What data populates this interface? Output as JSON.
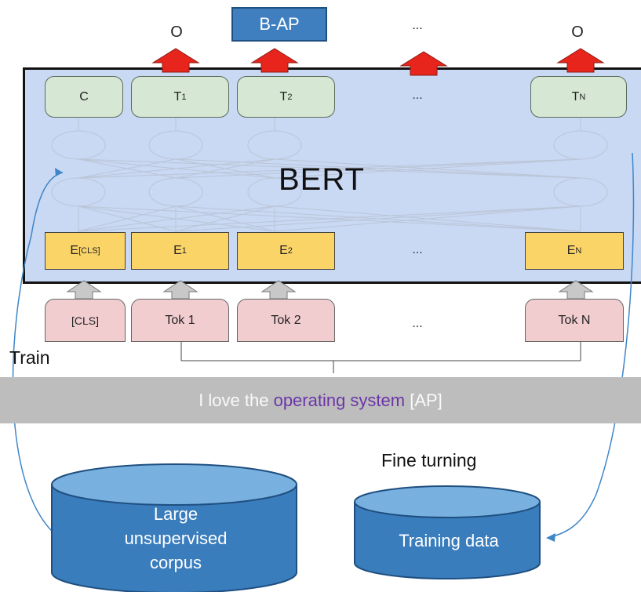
{
  "diagram": {
    "top_label": "B-AP",
    "outputs": [
      "O",
      "...",
      "O"
    ],
    "model_name": "BERT",
    "t_boxes": [
      {
        "main": "C",
        "sub": ""
      },
      {
        "main": "T",
        "sub": "1"
      },
      {
        "main": "T",
        "sub": "2"
      },
      {
        "main": "T",
        "sub": "N"
      }
    ],
    "e_boxes": [
      {
        "main": "E",
        "sub": "[CLS]"
      },
      {
        "main": "E",
        "sub": "1"
      },
      {
        "main": "E",
        "sub": "2"
      },
      {
        "main": "E",
        "sub": "N"
      }
    ],
    "tok_boxes": [
      "[CLS]",
      "Tok 1",
      "Tok 2",
      "Tok N"
    ],
    "ellipsis": "...",
    "train_label": "Train",
    "sentence": {
      "prefix": "I love the ",
      "highlight": "operating system",
      "suffix": " [AP]"
    },
    "fine_tune_label": "Fine turning",
    "db_left_lines": [
      "Large",
      "unsupervised",
      "corpus"
    ],
    "db_right": "Training data"
  },
  "colors": {
    "bert_bg": "#c9d8f3",
    "t_box": "#d6e8d3",
    "e_box": "#fbd468",
    "tok_box": "#f2cdd0",
    "arrow_red": "#e8251c",
    "db_blue": "#3a7dbd",
    "highlight_purple": "#6c35a8",
    "label_box": "#3f7fc0"
  }
}
